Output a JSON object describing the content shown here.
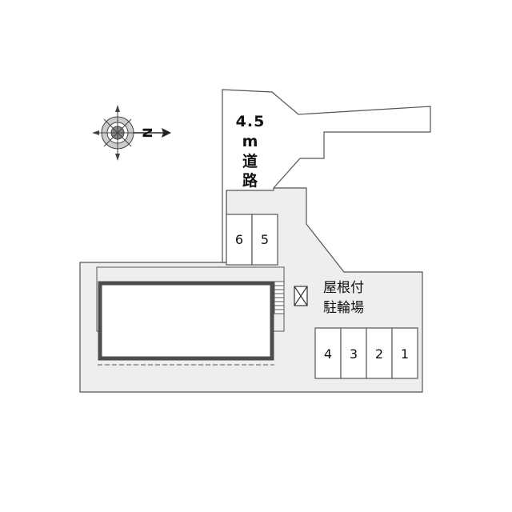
{
  "road": {
    "width_value": "4.5",
    "width_unit": "m",
    "name_line1": "道",
    "name_line2": "路"
  },
  "compass": {
    "north_letter": "N",
    "icon": "compass-rose-icon"
  },
  "bicycle_parking": {
    "line1": "屋根付",
    "line2": "駐輪場",
    "icon": "bicycle-parking-marker-icon"
  },
  "parking_spaces": [
    "1",
    "2",
    "3",
    "4",
    "5",
    "6"
  ],
  "colors": {
    "lot": "#eeeeee",
    "building": "#ffffff",
    "outline": "#555555",
    "building_border": "#4d4d4d",
    "road": "#ffffff"
  }
}
